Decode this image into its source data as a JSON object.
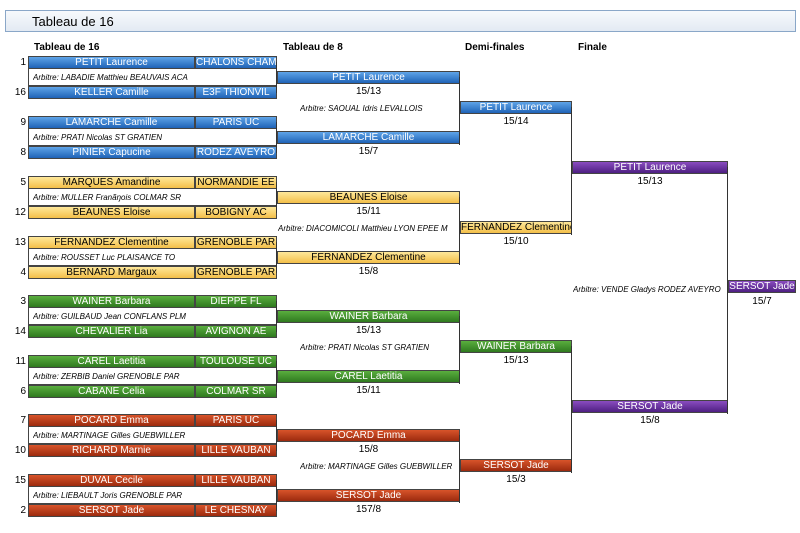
{
  "title": "Tableau de 16",
  "columns": [
    "Tableau de 16",
    "Tableau de 8",
    "Demi-finales",
    "Finale"
  ],
  "round16": [
    {
      "seed": "1",
      "name": "PETIT Laurence",
      "club": "CHALONS CHAM",
      "color": "blue"
    },
    {
      "seed": "16",
      "name": "KELLER Camille",
      "club": "E3F THIONVIL",
      "color": "blue"
    },
    {
      "seed": "9",
      "name": "LAMARCHE Camille",
      "club": "PARIS UC",
      "color": "blue"
    },
    {
      "seed": "8",
      "name": "PINIER Capucine",
      "club": "RODEZ AVEYRO",
      "color": "blue"
    },
    {
      "seed": "5",
      "name": "MARQUES Amandine",
      "club": "NORMANDIE EE",
      "color": "yellow"
    },
    {
      "seed": "12",
      "name": "BEAUNES Eloise",
      "club": "BOBIGNY AC",
      "color": "yellow"
    },
    {
      "seed": "13",
      "name": "FERNANDEZ Clementine",
      "club": "GRENOBLE PAR",
      "color": "yellow"
    },
    {
      "seed": "4",
      "name": "BERNARD Margaux",
      "club": "GRENOBLE PAR",
      "color": "yellow"
    },
    {
      "seed": "3",
      "name": "WAINER Barbara",
      "club": "DIEPPE FL",
      "color": "green"
    },
    {
      "seed": "14",
      "name": "CHEVALIER Lia",
      "club": "AVIGNON AE",
      "color": "green"
    },
    {
      "seed": "11",
      "name": "CAREL Laetitia",
      "club": "TOULOUSE UC",
      "color": "green"
    },
    {
      "seed": "6",
      "name": "CABANE Celia",
      "club": "COLMAR SR",
      "color": "green"
    },
    {
      "seed": "7",
      "name": "POCARD Emma",
      "club": "PARIS UC",
      "color": "red"
    },
    {
      "seed": "10",
      "name": "RICHARD Marnie",
      "club": "LILLE VAUBAN",
      "color": "red"
    },
    {
      "seed": "15",
      "name": "DUVAL Cecile",
      "club": "LILLE VAUBAN",
      "color": "red"
    },
    {
      "seed": "2",
      "name": "SERSOT Jade",
      "club": "LE CHESNAY",
      "color": "red"
    }
  ],
  "round16_referees": [
    "Arbitre: LABADIE Matthieu BEAUVAIS ACA",
    "Arbitre: PRATI Nicolas ST GRATIEN",
    "Arbitre: MULLER Franãŋois COLMAR SR",
    "Arbitre: ROUSSET Luc PLAISANCE TO",
    "Arbitre: GUILBAUD Jean CONFLANS PLM",
    "Arbitre: ZERBIB Daniel GRENOBLE PAR",
    "Arbitre: MARTINAGE Gilles GUEBWILLER",
    "Arbitre: LIEBAULT Joris GRENOBLE PAR"
  ],
  "round8": [
    {
      "name": "PETIT Laurence",
      "score": "15/13",
      "color": "blue"
    },
    {
      "name": "LAMARCHE Camille",
      "score": "15/7",
      "color": "blue"
    },
    {
      "name": "BEAUNES Eloise",
      "score": "15/11",
      "color": "yellow"
    },
    {
      "name": "FERNANDEZ Clementine",
      "score": "15/8",
      "color": "yellow"
    },
    {
      "name": "WAINER Barbara",
      "score": "15/13",
      "color": "green"
    },
    {
      "name": "CAREL Laetitia",
      "score": "15/11",
      "color": "green"
    },
    {
      "name": "POCARD Emma",
      "score": "15/8",
      "color": "red"
    },
    {
      "name": "SERSOT Jade",
      "score": "157/8",
      "color": "red"
    }
  ],
  "round8_referees": [
    "Arbitre: SAOUAL Idris LEVALLOIS",
    "Arbitre: DIACOMICOLI Matthieu LYON EPEE M",
    "Arbitre: PRATI Nicolas ST GRATIEN",
    "Arbitre: MARTINAGE Gilles GUEBWILLER"
  ],
  "semis": [
    {
      "name": "PETIT Laurence",
      "score": "15/14",
      "color": "blue"
    },
    {
      "name": "FERNANDEZ Clementine",
      "score": "15/10",
      "color": "yellow"
    },
    {
      "name": "WAINER Barbara",
      "score": "15/13",
      "color": "green"
    },
    {
      "name": "SERSOT Jade",
      "score": "15/3",
      "color": "red"
    }
  ],
  "final": [
    {
      "name": "PETIT Laurence",
      "score": "15/13",
      "color": "purple"
    },
    {
      "name": "SERSOT Jade",
      "score": "15/8",
      "color": "purple"
    }
  ],
  "final_referee": "Arbitre: VENDE Gladys RODEZ AVEYRO",
  "winner": {
    "name": "SERSOT Jade",
    "score": "15/7",
    "color": "purple"
  }
}
